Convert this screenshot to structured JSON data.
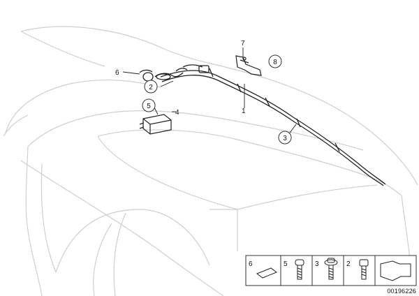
{
  "diagram": {
    "callouts": {
      "c1": "1",
      "c2": "2",
      "c3": "3",
      "c4": "4",
      "c5": "5",
      "c6": "6",
      "c7": "7",
      "c8": "8"
    },
    "legend": {
      "n6": "6",
      "n5": "5",
      "n3": "3",
      "n2": "2"
    },
    "diagram_id": "00196226",
    "colors": {
      "line": "#cfcfcf",
      "part": "#222222",
      "text": "#111111"
    }
  }
}
